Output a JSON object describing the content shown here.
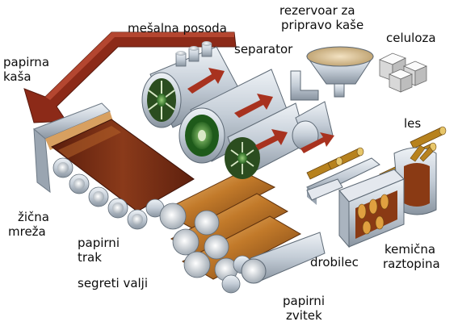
{
  "labels": {
    "mesalna_posoda": "mešalna posoda",
    "rezervoar": "rezervoar za\npripravo kaše",
    "separator": "separator",
    "celuloza": "celuloza",
    "papirna_kasa": "papirna\nkaša",
    "les": "les",
    "zicna_mreza": "žična\nmreža",
    "papirni_trak": "papirni\ntrak",
    "segreti_valji": "segreti valji",
    "drobilec": "drobilec",
    "kemicna_raztopina": "kemična\nraztopina",
    "papirni_zvitek": "papirni\nzvitek"
  },
  "colors": {
    "steel": "#c9d3de",
    "steel_dark": "#7f8c9a",
    "copper": "#b86a1c",
    "copper_light": "#e9b16a",
    "brown": "#7a2f17",
    "arrow_red": "#a8321f",
    "green": "#2f7a2a"
  }
}
